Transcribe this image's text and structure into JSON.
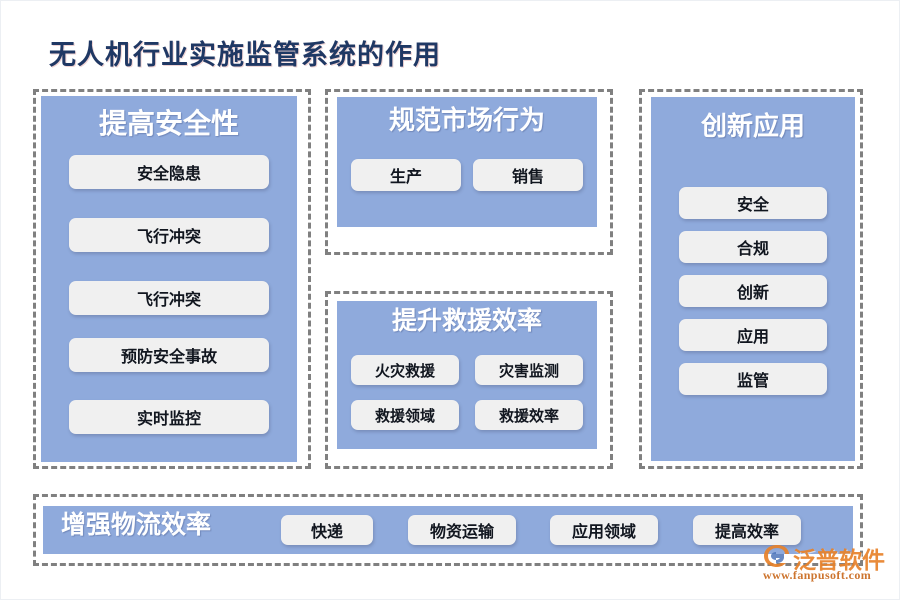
{
  "page": {
    "title": "无人机行业实施监管系统的作用",
    "background_color": "#ffffff",
    "title_color": "#1f3864",
    "panel_color": "#8faadc",
    "pill_color": "#f0f0f0",
    "dash_border_color": "#808080"
  },
  "groups": {
    "safety": {
      "panel_title": "提高安全性",
      "items": [
        "安全隐患",
        "飞行冲突",
        "飞行冲突",
        "预防安全事故",
        "实时监控"
      ]
    },
    "market": {
      "panel_title": "规范市场行为",
      "items": [
        "生产",
        "销售"
      ]
    },
    "rescue": {
      "panel_title": "提升救援效率",
      "items": [
        "火灾救援",
        "灾害监测",
        "救援领域",
        "救援效率"
      ]
    },
    "innovation": {
      "panel_title": "创新应用",
      "items": [
        "安全",
        "合规",
        "创新",
        "应用",
        "监管"
      ]
    },
    "logistics": {
      "panel_title": "增强物流效率",
      "items": [
        "快递",
        "物资运输",
        "应用领域",
        "提高效率"
      ]
    }
  },
  "watermark": {
    "brand": "泛普软件",
    "url": "www.fanpusoft.com",
    "brand_color": "#e8822a"
  },
  "chart_data": {
    "type": "diagram",
    "title": "无人机行业实施监管系统的作用",
    "nodes": [
      {
        "group": "提高安全性",
        "children": [
          "安全隐患",
          "飞行冲突",
          "飞行冲突",
          "预防安全事故",
          "实时监控"
        ]
      },
      {
        "group": "规范市场行为",
        "children": [
          "生产",
          "销售"
        ]
      },
      {
        "group": "提升救援效率",
        "children": [
          "火灾救援",
          "灾害监测",
          "救援领域",
          "救援效率"
        ]
      },
      {
        "group": "创新应用",
        "children": [
          "安全",
          "合规",
          "创新",
          "应用",
          "监管"
        ]
      },
      {
        "group": "增强物流效率",
        "children": [
          "快递",
          "物资运输",
          "应用领域",
          "提高效率"
        ]
      }
    ]
  }
}
